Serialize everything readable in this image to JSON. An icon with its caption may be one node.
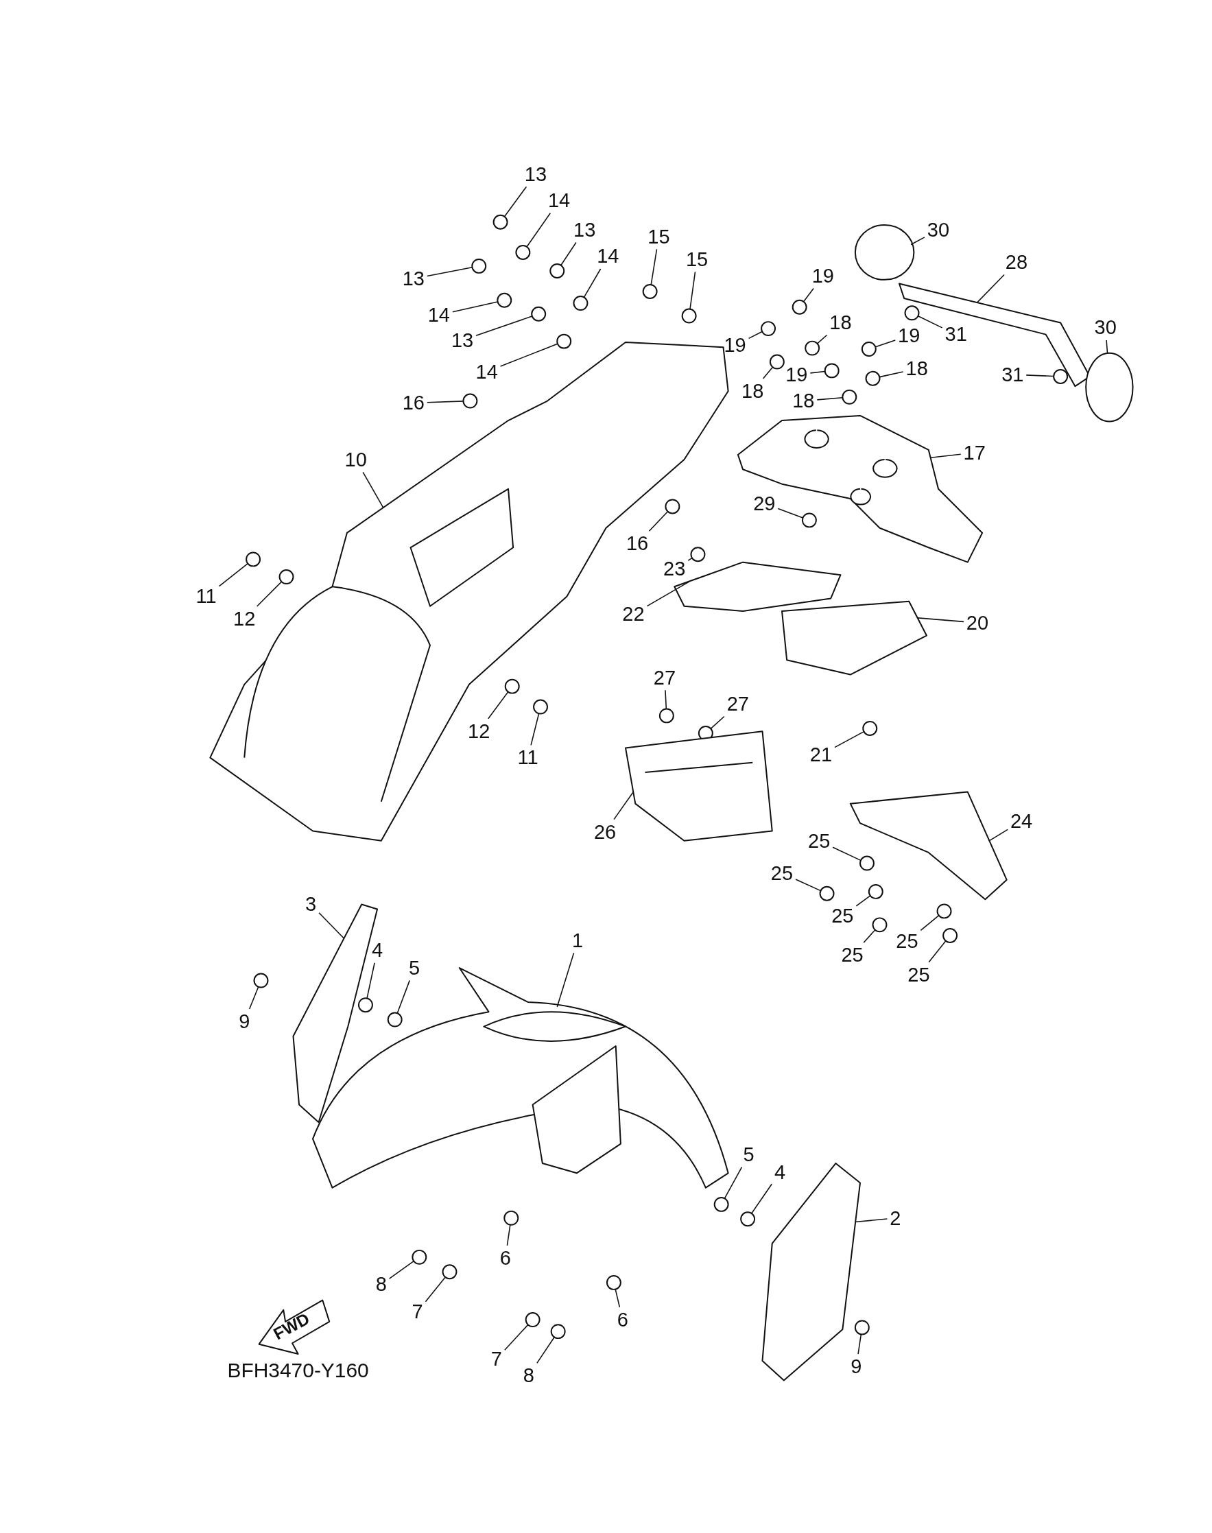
{
  "diagram": {
    "nodes": [
      {
        "text": [
          "13"
        ]
      },
      {
        "text": [
          "14"
        ]
      },
      {
        "text": [
          "13"
        ]
      },
      {
        "text": [
          "14"
        ]
      },
      {
        "text": [
          "15"
        ]
      },
      {
        "text": [
          "15"
        ]
      },
      {
        "text": [
          "13"
        ]
      },
      {
        "text": [
          "14"
        ]
      },
      {
        "text": [
          "13"
        ]
      },
      {
        "text": [
          "14"
        ]
      },
      {
        "text": [
          "16"
        ]
      },
      {
        "text": [
          "10"
        ]
      },
      {
        "text": [
          "11"
        ]
      },
      {
        "text": [
          "12"
        ]
      },
      {
        "text": [
          "12"
        ]
      },
      {
        "text": [
          "11"
        ]
      },
      {
        "text": [
          "19"
        ]
      },
      {
        "text": [
          "18"
        ]
      },
      {
        "text": [
          "19"
        ]
      },
      {
        "text": [
          "19"
        ]
      },
      {
        "text": [
          "18"
        ]
      },
      {
        "text": [
          "19"
        ]
      },
      {
        "text": [
          "18"
        ]
      },
      {
        "text": [
          "18"
        ]
      },
      {
        "text": [
          "30"
        ]
      },
      {
        "text": [
          "28"
        ]
      },
      {
        "text": [
          "31"
        ]
      },
      {
        "text": [
          "30"
        ]
      },
      {
        "text": [
          "31"
        ]
      },
      {
        "text": [
          "17"
        ]
      },
      {
        "text": [
          "29"
        ]
      },
      {
        "text": [
          "16"
        ]
      },
      {
        "text": [
          "23"
        ]
      },
      {
        "text": [
          "22"
        ]
      },
      {
        "text": [
          "20"
        ]
      },
      {
        "text": [
          "27"
        ]
      },
      {
        "text": [
          "27"
        ]
      },
      {
        "text": [
          "21"
        ]
      },
      {
        "text": [
          "26"
        ]
      },
      {
        "text": [
          "24"
        ]
      },
      {
        "text": [
          "25"
        ]
      },
      {
        "text": [
          "25"
        ]
      },
      {
        "text": [
          "25"
        ]
      },
      {
        "text": [
          "25"
        ]
      },
      {
        "text": [
          "25"
        ]
      },
      {
        "text": [
          "25"
        ]
      },
      {
        "text": [
          "3"
        ]
      },
      {
        "text": [
          "4"
        ]
      },
      {
        "text": [
          "5"
        ]
      },
      {
        "text": [
          "9"
        ]
      },
      {
        "text": [
          "1"
        ]
      },
      {
        "text": [
          "5"
        ]
      },
      {
        "text": [
          "4"
        ]
      },
      {
        "text": [
          "2"
        ]
      },
      {
        "text": [
          "6"
        ]
      },
      {
        "text": [
          "8"
        ]
      },
      {
        "text": [
          "7"
        ]
      },
      {
        "text": [
          "6"
        ]
      },
      {
        "text": [
          "7"
        ]
      },
      {
        "text": [
          "8"
        ]
      },
      {
        "text": [
          "9"
        ]
      },
      {
        "text": [],
        "shape": "circle"
      },
      {
        "text": [],
        "shape": "circle"
      },
      {
        "text": [],
        "shape": "circle"
      },
      {
        "text": [],
        "shape": "circle"
      },
      {
        "text": [],
        "shape": "circle"
      },
      {
        "text": [],
        "shape": "circle"
      },
      {
        "text": [],
        "shape": "circle"
      },
      {
        "text": [],
        "shape": "circle"
      },
      {
        "text": [],
        "shape": "circle"
      },
      {
        "text": [],
        "shape": "circle"
      },
      {
        "text": [],
        "shape": "circle"
      },
      {
        "text": [],
        "shape": "picture"
      },
      {
        "text": [],
        "shape": "circle"
      },
      {
        "text": [],
        "shape": "circle"
      },
      {
        "text": [],
        "shape": "circle"
      },
      {
        "text": [],
        "shape": "circle"
      },
      {
        "text": [],
        "shape": "circle"
      },
      {
        "text": [],
        "shape": "circle"
      },
      {
        "text": [],
        "shape": "circle"
      },
      {
        "text": [],
        "shape": "circle"
      },
      {
        "text": [],
        "shape": "circle"
      },
      {
        "text": [],
        "shape": "circle"
      },
      {
        "text": [],
        "shape": "circle"
      },
      {
        "text": [],
        "shape": "circle"
      },
      {
        "text": [],
        "shape": "picture"
      },
      {
        "text": [],
        "shape": "picture"
      },
      {
        "text": [],
        "shape": "circle"
      },
      {
        "text": [],
        "shape": "picture"
      },
      {
        "text": [],
        "shape": "circle"
      },
      {
        "text": [],
        "shape": "picture"
      },
      {
        "text": [],
        "shape": "circle"
      },
      {
        "text": [],
        "shape": "circle"
      },
      {
        "text": [],
        "shape": "circle"
      },
      {
        "text": [],
        "shape": "picture"
      },
      {
        "text": [],
        "shape": "picture"
      },
      {
        "text": [],
        "shape": "circle"
      },
      {
        "text": [],
        "shape": "circle"
      },
      {
        "text": [],
        "shape": "circle"
      },
      {
        "text": [],
        "shape": "picture"
      },
      {
        "text": [],
        "shape": "picture"
      },
      {
        "text": [],
        "shape": "circle"
      },
      {
        "text": [],
        "shape": "circle"
      },
      {
        "text": [],
        "shape": "circle"
      },
      {
        "text": [],
        "shape": "circle"
      },
      {
        "text": [],
        "shape": "circle"
      },
      {
        "text": [],
        "shape": "circle"
      },
      {
        "text": [],
        "shape": "picture"
      },
      {
        "text": [],
        "shape": "circle"
      },
      {
        "text": [],
        "shape": "circle"
      },
      {
        "text": [],
        "shape": "circle"
      },
      {
        "text": [],
        "shape": "picture"
      },
      {
        "text": [],
        "shape": "circle"
      },
      {
        "text": [],
        "shape": "circle"
      },
      {
        "text": [],
        "shape": "picture"
      },
      {
        "text": [],
        "shape": "circle"
      },
      {
        "text": [],
        "shape": "circle"
      },
      {
        "text": [],
        "shape": "circle"
      },
      {
        "text": [],
        "shape": "circle"
      },
      {
        "text": [],
        "shape": "circle"
      },
      {
        "text": [],
        "shape": "circle"
      },
      {
        "text": [],
        "shape": "circle"
      }
    ],
    "edges": [
      {
        "from": 0,
        "to": 61,
        "arrow": "none"
      },
      {
        "from": 1,
        "to": 62,
        "arrow": "none"
      },
      {
        "from": 2,
        "to": 63,
        "arrow": "none"
      },
      {
        "from": 3,
        "to": 64,
        "arrow": "none"
      },
      {
        "from": 4,
        "to": 65,
        "arrow": "none"
      },
      {
        "from": 5,
        "to": 66,
        "arrow": "none"
      },
      {
        "from": 6,
        "to": 67,
        "arrow": "none"
      },
      {
        "from": 7,
        "to": 68,
        "arrow": "none"
      },
      {
        "from": 8,
        "to": 69,
        "arrow": "none"
      },
      {
        "from": 9,
        "to": 70,
        "arrow": "none"
      },
      {
        "from": 10,
        "to": 71,
        "arrow": "none"
      },
      {
        "from": 11,
        "to": 72,
        "arrow": "none"
      },
      {
        "from": 12,
        "to": 73,
        "arrow": "none"
      },
      {
        "from": 13,
        "to": 74,
        "arrow": "none"
      },
      {
        "from": 14,
        "to": 75,
        "arrow": "none"
      },
      {
        "from": 15,
        "to": 76,
        "arrow": "none"
      },
      {
        "from": 16,
        "to": 77,
        "arrow": "none"
      },
      {
        "from": 17,
        "to": 78,
        "arrow": "none"
      },
      {
        "from": 18,
        "to": 79,
        "arrow": "none"
      },
      {
        "from": 19,
        "to": 80,
        "arrow": "none"
      },
      {
        "from": 20,
        "to": 81,
        "arrow": "none"
      },
      {
        "from": 21,
        "to": 82,
        "arrow": "none"
      },
      {
        "from": 22,
        "to": 83,
        "arrow": "none"
      },
      {
        "from": 23,
        "to": 84,
        "arrow": "none"
      },
      {
        "from": 24,
        "to": 85,
        "arrow": "none"
      },
      {
        "from": 25,
        "to": 86,
        "arrow": "none"
      },
      {
        "from": 26,
        "to": 87,
        "arrow": "none"
      },
      {
        "from": 27,
        "to": 88,
        "arrow": "none"
      },
      {
        "from": 28,
        "to": 89,
        "arrow": "none"
      },
      {
        "from": 29,
        "to": 90,
        "arrow": "none"
      },
      {
        "from": 30,
        "to": 91,
        "arrow": "none"
      },
      {
        "from": 31,
        "to": 92,
        "arrow": "none"
      },
      {
        "from": 32,
        "to": 93,
        "arrow": "none"
      },
      {
        "from": 33,
        "to": 94,
        "arrow": "none"
      },
      {
        "from": 34,
        "to": 95,
        "arrow": "none"
      },
      {
        "from": 35,
        "to": 96,
        "arrow": "none"
      },
      {
        "from": 36,
        "to": 97,
        "arrow": "none"
      },
      {
        "from": 37,
        "to": 98,
        "arrow": "none"
      },
      {
        "from": 38,
        "to": 99,
        "arrow": "none"
      },
      {
        "from": 39,
        "to": 100,
        "arrow": "none"
      },
      {
        "from": 40,
        "to": 101,
        "arrow": "none"
      },
      {
        "from": 41,
        "to": 102,
        "arrow": "none"
      },
      {
        "from": 42,
        "to": 103,
        "arrow": "none"
      },
      {
        "from": 43,
        "to": 104,
        "arrow": "none"
      },
      {
        "from": 44,
        "to": 105,
        "arrow": "none"
      },
      {
        "from": 45,
        "to": 106,
        "arrow": "none"
      },
      {
        "from": 46,
        "to": 107,
        "arrow": "none"
      },
      {
        "from": 47,
        "to": 108,
        "arrow": "none"
      },
      {
        "from": 48,
        "to": 109,
        "arrow": "none"
      },
      {
        "from": 49,
        "to": 110,
        "arrow": "none"
      },
      {
        "from": 50,
        "to": 111,
        "arrow": "none"
      },
      {
        "from": 51,
        "to": 112,
        "arrow": "none"
      },
      {
        "from": 52,
        "to": 113,
        "arrow": "none"
      },
      {
        "from": 53,
        "to": 114,
        "arrow": "none"
      },
      {
        "from": 54,
        "to": 115,
        "arrow": "none"
      },
      {
        "from": 55,
        "to": 116,
        "arrow": "none"
      },
      {
        "from": 56,
        "to": 117,
        "arrow": "none"
      },
      {
        "from": 57,
        "to": 118,
        "arrow": "none"
      },
      {
        "from": 58,
        "to": 119,
        "arrow": "none"
      },
      {
        "from": 59,
        "to": 120,
        "arrow": "none"
      },
      {
        "from": 60,
        "to": 121,
        "arrow": "none"
      }
    ],
    "labels": [
      "FWD",
      "BFH3470-Y160"
    ]
  }
}
